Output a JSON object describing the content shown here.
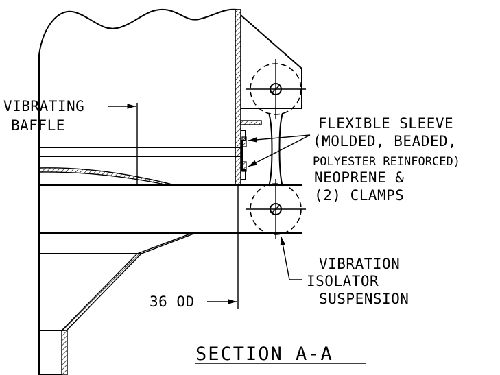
{
  "labels": {
    "vibrating_baffle_1": "VIBRATING",
    "vibrating_baffle_2": "BAFFLE",
    "sleeve_1": "FLEXIBLE SLEEVE",
    "sleeve_2": "(MOLDED, BEADED,",
    "sleeve_3": "POLYESTER REINFORCED)",
    "sleeve_4": "NEOPRENE &",
    "sleeve_5": "(2) CLAMPS",
    "isolator_1": "VIBRATION",
    "isolator_2": "ISOLATOR",
    "isolator_3": "SUSPENSION",
    "dimension": "36 OD",
    "section_title": "SECTION A-A"
  },
  "colors": {
    "line": "#000000",
    "background": "#ffffff"
  }
}
